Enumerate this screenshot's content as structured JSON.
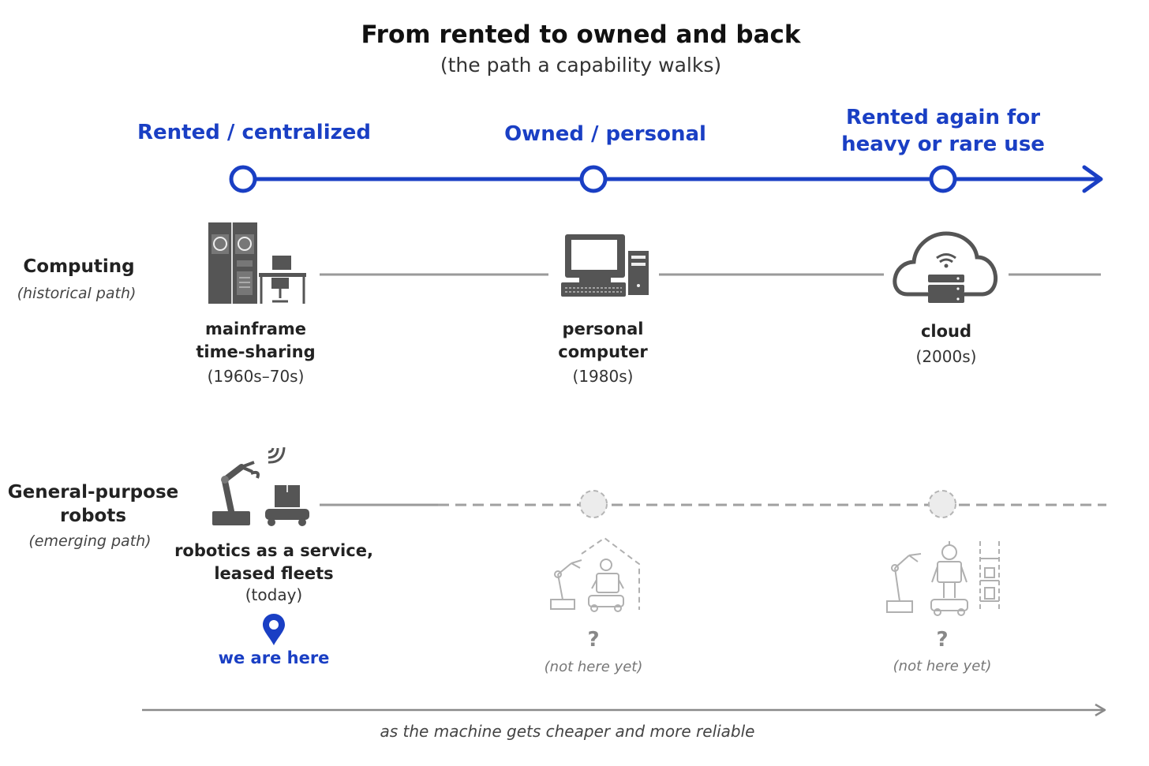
{
  "title": "From rented to owned and back",
  "subtitle": "(the path a capability walks)",
  "accent_color": "#1a3fc4",
  "phases": [
    {
      "label": "Rented / centralized"
    },
    {
      "label": "Owned / personal"
    },
    {
      "label_lines": [
        "Rented again for",
        "heavy or rare use"
      ]
    }
  ],
  "rows": [
    {
      "title": "Computing",
      "subtitle": "(historical path)"
    },
    {
      "title_lines": [
        "General-purpose",
        "robots"
      ],
      "subtitle": "(emerging path)"
    }
  ],
  "computing_stages": [
    {
      "name_lines": [
        "mainframe",
        "time-sharing"
      ],
      "period": "(1960s–70s)",
      "icon": "mainframe-icon"
    },
    {
      "name_lines": [
        "personal",
        "computer"
      ],
      "period": "(1980s)",
      "icon": "desktop-computer-icon"
    },
    {
      "name": "cloud",
      "period": "(2000s)",
      "icon": "cloud-server-icon"
    }
  ],
  "robot_stages": [
    {
      "name_lines": [
        "robotics as a service,",
        "leased fleets"
      ],
      "period": "(today)",
      "marker": "we are here",
      "icon": "robot-arm-fleet-icon"
    },
    {
      "mark": "?",
      "note": "(not here yet)",
      "icon": "home-robots-icon"
    },
    {
      "mark": "?",
      "note": "(not here yet)",
      "icon": "robots-warehouse-icon"
    }
  ],
  "axis_label": "as the machine gets cheaper and more reliable"
}
